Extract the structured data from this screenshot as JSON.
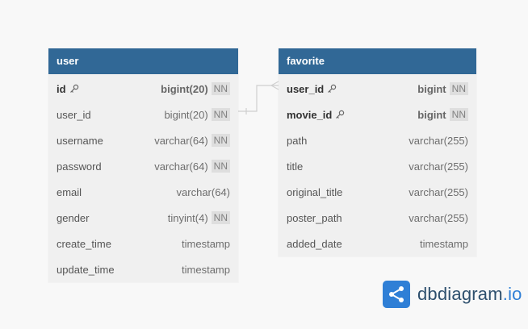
{
  "tables": {
    "user": {
      "name": "user",
      "fields": [
        {
          "name": "id",
          "type": "bigint(20)",
          "nn": "NN",
          "pk": true
        },
        {
          "name": "user_id",
          "type": "bigint(20)",
          "nn": "NN"
        },
        {
          "name": "username",
          "type": "varchar(64)",
          "nn": "NN"
        },
        {
          "name": "password",
          "type": "varchar(64)",
          "nn": "NN"
        },
        {
          "name": "email",
          "type": "varchar(64)"
        },
        {
          "name": "gender",
          "type": "tinyint(4)",
          "nn": "NN"
        },
        {
          "name": "create_time",
          "type": "timestamp"
        },
        {
          "name": "update_time",
          "type": "timestamp"
        }
      ]
    },
    "favorite": {
      "name": "favorite",
      "fields": [
        {
          "name": "user_id",
          "type": "bigint",
          "nn": "NN",
          "pk": true
        },
        {
          "name": "movie_id",
          "type": "bigint",
          "nn": "NN",
          "pk": true
        },
        {
          "name": "path",
          "type": "varchar(255)"
        },
        {
          "name": "title",
          "type": "varchar(255)"
        },
        {
          "name": "original_title",
          "type": "varchar(255)"
        },
        {
          "name": "poster_path",
          "type": "varchar(255)"
        },
        {
          "name": "added_date",
          "type": "timestamp"
        }
      ]
    }
  },
  "relationship": {
    "from": "user.user_id",
    "to": "favorite.user_id",
    "type": "one-to-many"
  },
  "branding": {
    "name": "dbdiagram",
    "tld": ".io"
  },
  "colors": {
    "header": "#316896",
    "accent": "#2f7fd6"
  },
  "icons": {
    "primary_key": "key-icon",
    "logo": "share-nodes-icon"
  }
}
